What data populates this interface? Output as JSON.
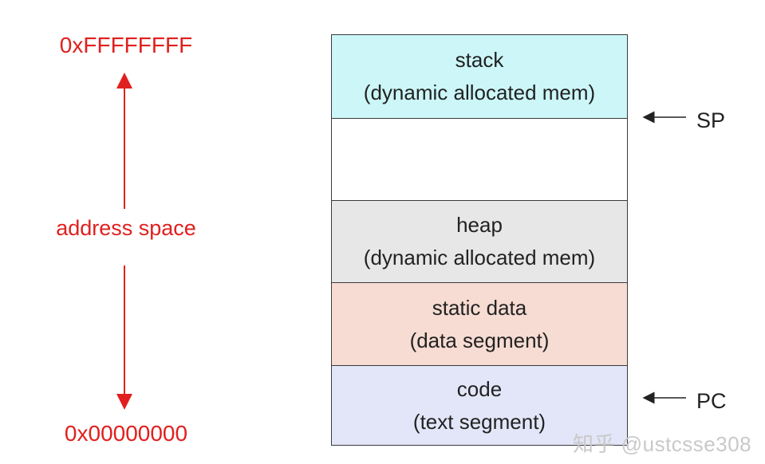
{
  "address": {
    "top": "0xFFFFFFFF",
    "bottom": "0x00000000",
    "label": "address space"
  },
  "segments": [
    {
      "line1": "stack",
      "line2": "(dynamic allocated mem)",
      "color": "#ccf6f8"
    },
    {
      "line1": "",
      "line2": "",
      "color": "#ffffff"
    },
    {
      "line1": "heap",
      "line2": "(dynamic allocated mem)",
      "color": "#e7e7e7"
    },
    {
      "line1": "static data",
      "line2": "(data segment)",
      "color": "#f7dcd3"
    },
    {
      "line1": "code",
      "line2": "(text segment)",
      "color": "#e3e6f8"
    }
  ],
  "pointers": {
    "sp": "SP",
    "pc": "PC"
  },
  "watermark": "知乎 @ustcsse308",
  "colors": {
    "accent_red": "#e0201e"
  }
}
